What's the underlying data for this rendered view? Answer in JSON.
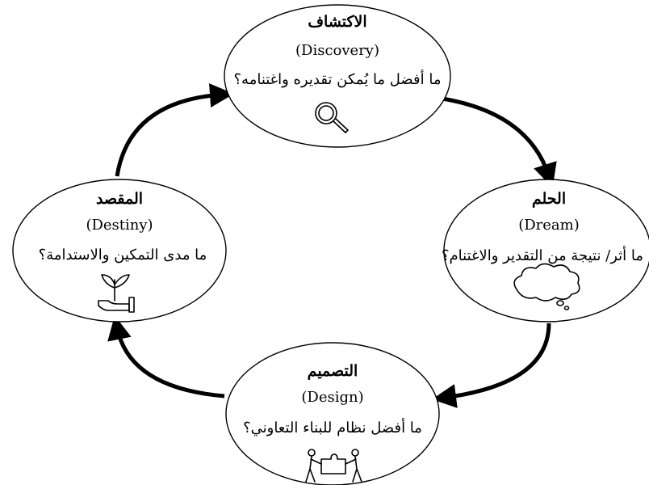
{
  "diagram": {
    "stages": [
      {
        "id": "discovery",
        "title_ar": "الاكتشاف",
        "title_en": "(Discovery)",
        "question": "ما أفضل ما يُمكن تقديره واغتنامه؟",
        "icon": "magnifier-icon"
      },
      {
        "id": "dream",
        "title_ar": "الحلم",
        "title_en": "(Dream)",
        "question": "ما أثر/ نتيجة من التقدير والاغتنام؟",
        "icon": "thought-cloud-icon"
      },
      {
        "id": "design",
        "title_ar": "التصميم",
        "title_en": "(Design)",
        "question": "ما أفضل نظام للبناء التعاوني؟",
        "icon": "puzzle-collaboration-icon"
      },
      {
        "id": "destiny",
        "title_ar": "المقصد",
        "title_en": "(Destiny)",
        "question": "ما مدى التمكين والاستدامة؟",
        "icon": "plant-in-hand-icon"
      }
    ],
    "flow": [
      "discovery",
      "dream",
      "design",
      "destiny",
      "discovery"
    ],
    "colors": {
      "stroke": "#000000",
      "fill": "#ffffff"
    }
  }
}
